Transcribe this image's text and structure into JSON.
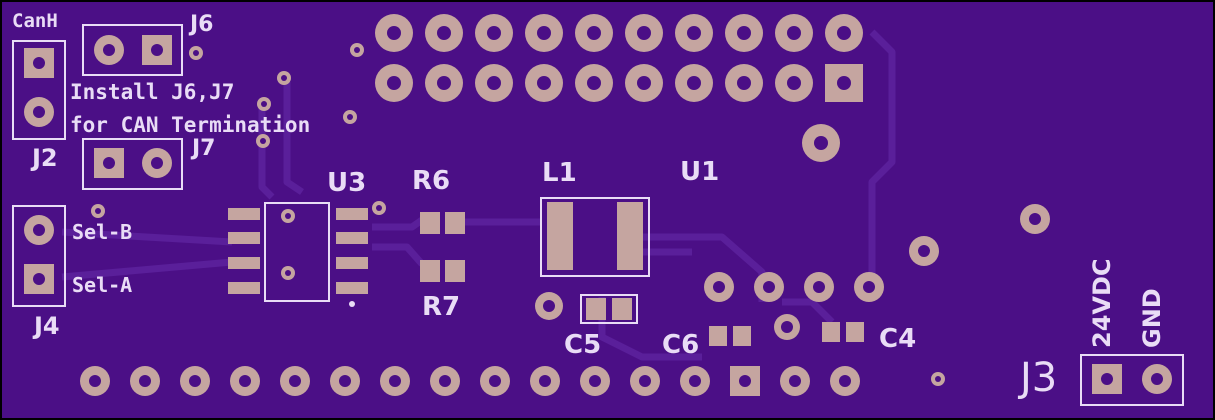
{
  "labels": {
    "canh": "CanH",
    "j6": "J6",
    "j7": "J7",
    "j2": "J2",
    "note_line1": "Install J6,J7",
    "note_line2": "for CAN Termination",
    "sel_b": "Sel-B",
    "sel_a": "Sel-A",
    "j4": "J4",
    "u3": "U3",
    "r6": "R6",
    "r7": "R7",
    "l1": "L1",
    "u1": "U1",
    "c5": "C5",
    "c6": "C6",
    "c4": "C4",
    "j3": "J3",
    "v24": "24VDC",
    "gnd": "GND"
  },
  "colors": {
    "board": "#4b0f86",
    "trace": "#5a1f9a",
    "silkscreen": "#e9dcf6",
    "copper": "#c5a5a0"
  }
}
